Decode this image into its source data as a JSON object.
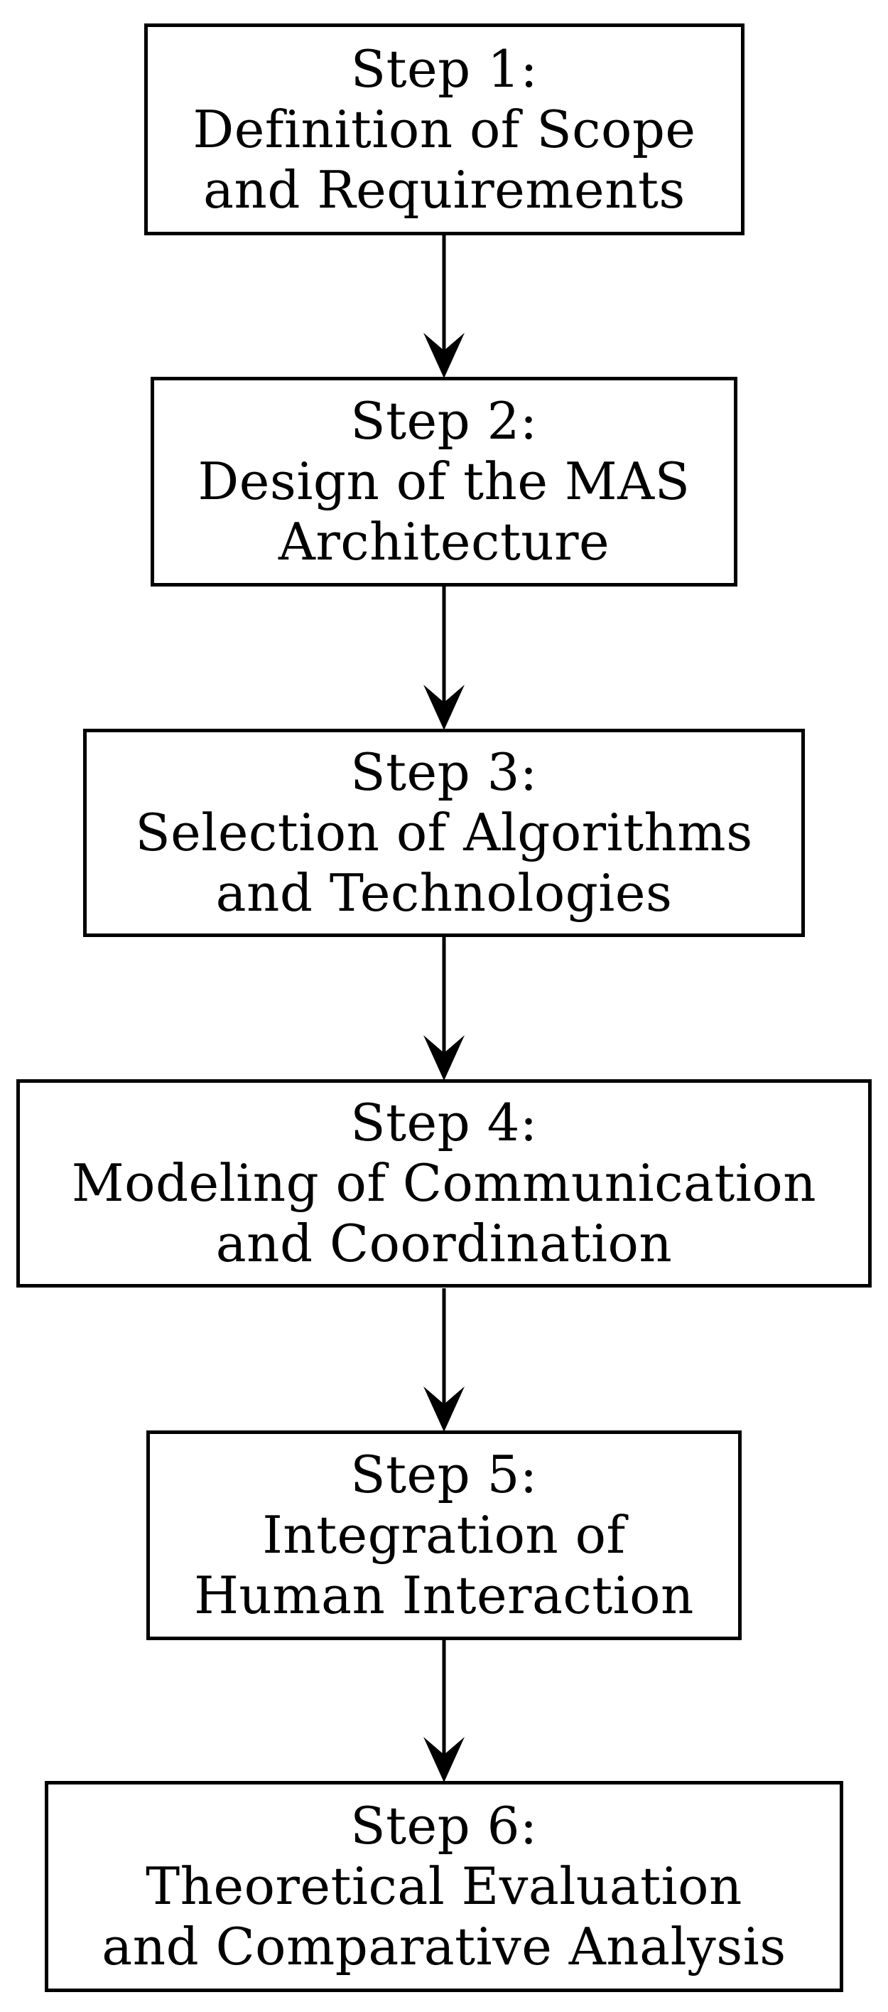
{
  "diagram": {
    "type": "flowchart",
    "orientation": "vertical",
    "background_color": "#ffffff",
    "box_fill_color": "#ffffff",
    "border_color": "#000000",
    "text_color": "#000000",
    "line_color": "#000000",
    "steps": [
      {
        "id": 1,
        "lines": [
          "Step 1:",
          "Definition of Scope",
          "and Requirements"
        ]
      },
      {
        "id": 2,
        "lines": [
          "Step 2:",
          "Design of the MAS",
          "Architecture"
        ]
      },
      {
        "id": 3,
        "lines": [
          "Step 3:",
          "Selection of Algorithms",
          "and Technologies"
        ]
      },
      {
        "id": 4,
        "lines": [
          "Step 4:",
          "Modeling of Communication",
          "and Coordination"
        ]
      },
      {
        "id": 5,
        "lines": [
          "Step 5:",
          "Integration of",
          "Human Interaction"
        ]
      },
      {
        "id": 6,
        "lines": [
          "Step 6:",
          "Theoretical Evaluation",
          "and Comparative Analysis"
        ]
      }
    ],
    "connections": [
      {
        "from": 1,
        "to": 2
      },
      {
        "from": 2,
        "to": 3
      },
      {
        "from": 3,
        "to": 4
      },
      {
        "from": 4,
        "to": 5
      },
      {
        "from": 5,
        "to": 6
      }
    ]
  }
}
